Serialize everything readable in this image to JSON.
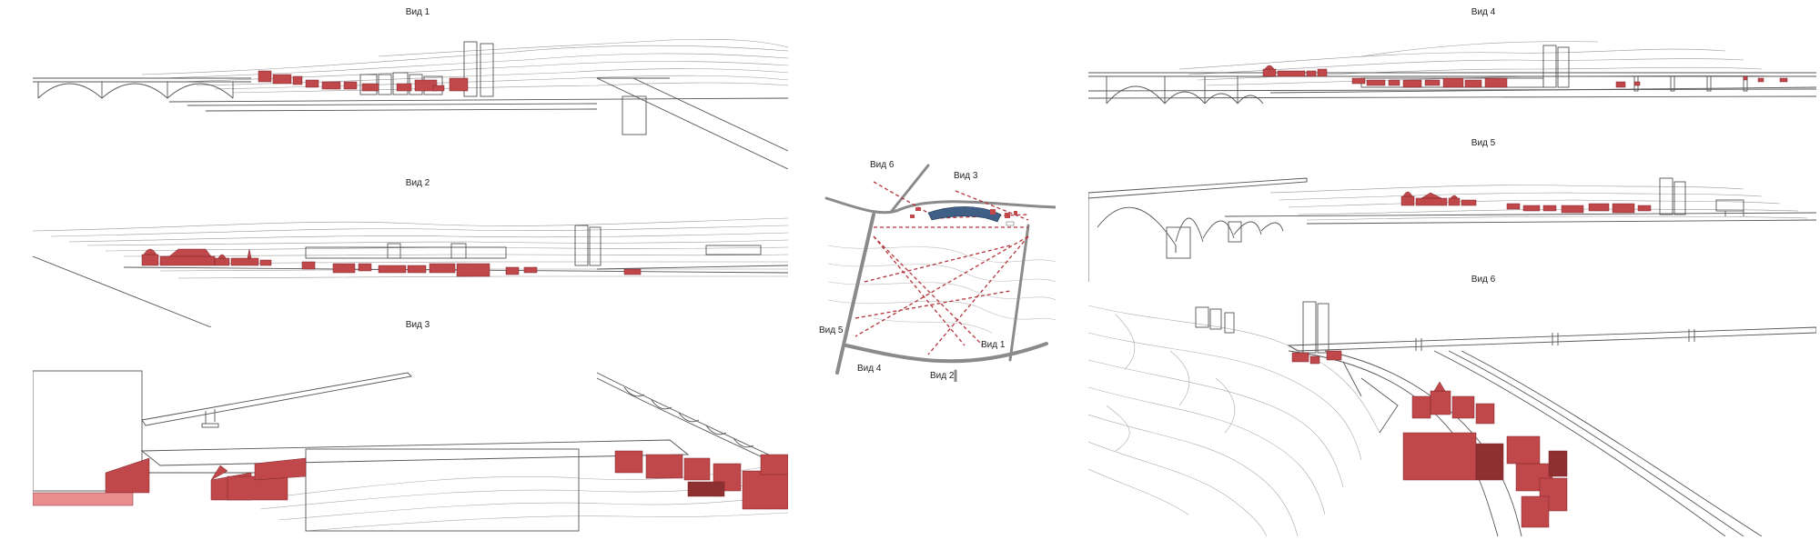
{
  "views": [
    {
      "id": "view-1",
      "title": "Вид 1"
    },
    {
      "id": "view-2",
      "title": "Вид 2"
    },
    {
      "id": "view-3",
      "title": "Вид 3"
    },
    {
      "id": "view-4",
      "title": "Вид 4"
    },
    {
      "id": "view-5",
      "title": "Вид 5"
    },
    {
      "id": "view-6",
      "title": "Вид 6"
    }
  ],
  "map": {
    "labels": {
      "v1": "Вид 1",
      "v2": "Вид 2",
      "v3": "Вид 3",
      "v4": "Вид 4",
      "v5": "Вид 5",
      "v6": "Вид 6"
    }
  },
  "colors": {
    "building_red": "#c0474a",
    "building_red_dark": "#8e2f31",
    "building_red_light": "#e98d8f",
    "line": "#777777",
    "road": "#8a8a8a",
    "sightline": "#b3343a"
  }
}
